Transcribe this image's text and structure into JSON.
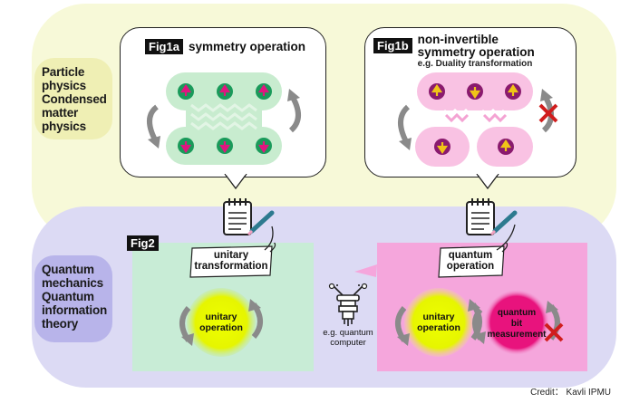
{
  "categories": {
    "particle": "Particle physics Condensed matter physics",
    "quantum": "Quantum mechanics Quantum information theory"
  },
  "fig1a": {
    "tag": "Fig1a",
    "title": "symmetry operation"
  },
  "fig1b": {
    "tag": "Fig1b",
    "title_line1": "non-invertible",
    "title_line2": "symmetry operation",
    "subtitle": "e.g. Duality transformation"
  },
  "fig2": {
    "tag": "Fig2",
    "note_left_line1": "unitary",
    "note_left_line2": "transformation",
    "circle_left_line1": "unitary",
    "circle_left_line2": "operation",
    "computer_line1": "e.g. quantum",
    "computer_line2": "computer",
    "note_right_line1": "quantum",
    "note_right_line2": "operation",
    "circle_mid_line1": "unitary",
    "circle_mid_line2": "operation",
    "circle_right_line1": "quantum",
    "circle_right_line2": "bit",
    "circle_right_line3": "measurement"
  },
  "credit": "Credit： Kavli IPMU",
  "colors": {
    "top_region": "#f7f9d8",
    "bottom_region": "#dcdaf4",
    "green_box": "#c8ecd6",
    "pink_box": "#f5a6dc",
    "yellow_circle": "#e6f500",
    "magenta_circle": "#e8137d"
  }
}
